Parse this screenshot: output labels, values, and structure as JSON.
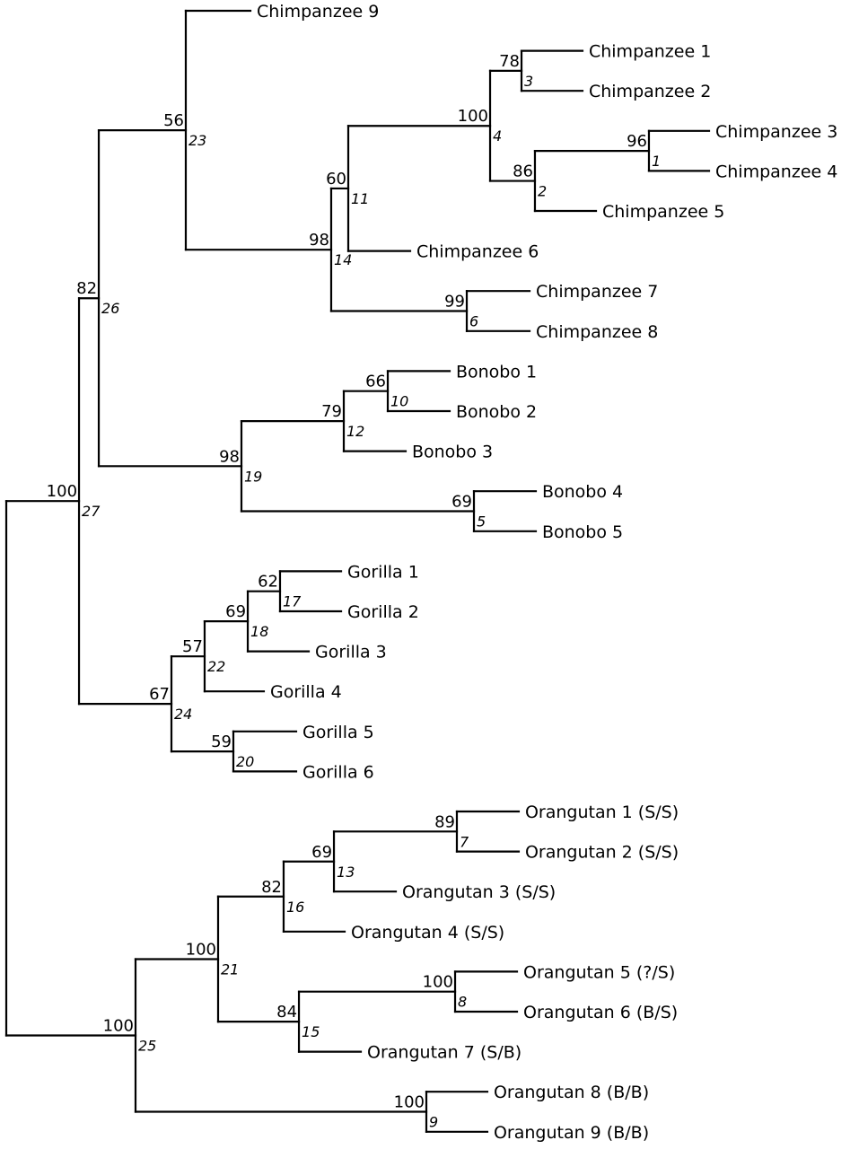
{
  "chart_data": {
    "type": "phylogenetic-tree",
    "title": "",
    "depth_unit": "fraction of maximum root-to-tip depth",
    "tree": {
      "id": "root",
      "depth": 0,
      "children": [
        {
          "id": "27",
          "support": "100",
          "depth": 0.1035,
          "children": [
            {
              "id": "26",
              "support": "82",
              "depth": 0.1316,
              "children": [
                {
                  "id": "23",
                  "support": "56",
                  "depth": 0.2554,
                  "children": [
                    {
                      "leaf": "Chimpanzee 9",
                      "depth": 0.3474
                    },
                    {
                      "id": "14",
                      "support": "98",
                      "depth": 0.4623,
                      "children": [
                        {
                          "id": "11",
                          "support": "60",
                          "depth": 0.4866,
                          "children": [
                            {
                              "id": "4",
                              "support": "100",
                              "depth": 0.6884,
                              "children": [
                                {
                                  "id": "3",
                                  "support": "78",
                                  "depth": 0.7331,
                                  "children": [
                                    {
                                      "leaf": "Chimpanzee 1",
                                      "depth": 0.8199
                                    },
                                    {
                                      "leaf": "Chimpanzee 2",
                                      "depth": 0.8199
                                    }
                                  ]
                                },
                                {
                                  "id": "2",
                                  "support": "86",
                                  "depth": 0.7522,
                                  "children": [
                                    {
                                      "id": "1",
                                      "support": "96",
                                      "depth": 0.9144,
                                      "children": [
                                        {
                                          "leaf": "Chimpanzee 3",
                                          "depth": 1.0
                                        },
                                        {
                                          "leaf": "Chimpanzee 4",
                                          "depth": 1.0
                                        }
                                      ]
                                    },
                                    {
                                      "leaf": "Chimpanzee 5",
                                      "depth": 0.8391
                                    }
                                  ]
                                }
                              ]
                            },
                            {
                              "leaf": "Chimpanzee 6",
                              "depth": 0.5747
                            }
                          ]
                        },
                        {
                          "id": "6",
                          "support": "99",
                          "depth": 0.6552,
                          "children": [
                            {
                              "leaf": "Chimpanzee 7",
                              "depth": 0.7446
                            },
                            {
                              "leaf": "Chimpanzee 8",
                              "depth": 0.7446
                            }
                          ]
                        }
                      ]
                    }
                  ]
                },
                {
                  "id": "19",
                  "support": "98",
                  "depth": 0.3346,
                  "children": [
                    {
                      "id": "12",
                      "support": "79",
                      "depth": 0.4802,
                      "children": [
                        {
                          "id": "10",
                          "support": "66",
                          "depth": 0.5428,
                          "children": [
                            {
                              "leaf": "Bonobo 1",
                              "depth": 0.6309
                            },
                            {
                              "leaf": "Bonobo 2",
                              "depth": 0.6309
                            }
                          ]
                        },
                        {
                          "leaf": "Bonobo 3",
                          "depth": 0.5683
                        }
                      ]
                    },
                    {
                      "id": "5",
                      "support": "69",
                      "depth": 0.6654,
                      "children": [
                        {
                          "leaf": "Bonobo 4",
                          "depth": 0.7535
                        },
                        {
                          "leaf": "Bonobo 5",
                          "depth": 0.7535
                        }
                      ]
                    }
                  ]
                }
              ]
            },
            {
              "id": "24",
              "support": "67",
              "depth": 0.235,
              "children": [
                {
                  "id": "22",
                  "support": "57",
                  "depth": 0.2822,
                  "children": [
                    {
                      "id": "18",
                      "support": "69",
                      "depth": 0.3436,
                      "children": [
                        {
                          "id": "17",
                          "support": "62",
                          "depth": 0.3895,
                          "children": [
                            {
                              "leaf": "Gorilla 1",
                              "depth": 0.4764
                            },
                            {
                              "leaf": "Gorilla 2",
                              "depth": 0.4764
                            }
                          ]
                        },
                        {
                          "leaf": "Gorilla 3",
                          "depth": 0.4304
                        }
                      ]
                    },
                    {
                      "leaf": "Gorilla 4",
                      "depth": 0.3665
                    }
                  ]
                },
                {
                  "id": "20",
                  "support": "59",
                  "depth": 0.3231,
                  "children": [
                    {
                      "leaf": "Gorilla 5",
                      "depth": 0.4125
                    },
                    {
                      "leaf": "Gorilla 6",
                      "depth": 0.4125
                    }
                  ]
                }
              ]
            }
          ]
        },
        {
          "id": "25",
          "support": "100",
          "depth": 0.1839,
          "children": [
            {
              "id": "21",
              "support": "100",
              "depth": 0.3014,
              "children": [
                {
                  "id": "16",
                  "support": "82",
                  "depth": 0.3946,
                  "children": [
                    {
                      "id": "13",
                      "support": "69",
                      "depth": 0.4662,
                      "children": [
                        {
                          "id": "7",
                          "support": "89",
                          "depth": 0.6411,
                          "children": [
                            {
                              "leaf": "Orangutan 1 (S/S)",
                              "depth": 0.7292
                            },
                            {
                              "leaf": "Orangutan 2 (S/S)",
                              "depth": 0.7292
                            }
                          ]
                        },
                        {
                          "leaf": "Orangutan 3 (S/S)",
                          "depth": 0.5543
                        }
                      ]
                    },
                    {
                      "leaf": "Orangutan 4 (S/S)",
                      "depth": 0.4815
                    }
                  ]
                },
                {
                  "id": "15",
                  "support": "84",
                  "depth": 0.4164,
                  "children": [
                    {
                      "id": "8",
                      "support": "100",
                      "depth": 0.6386,
                      "children": [
                        {
                          "leaf": "Orangutan 5 (?/S)",
                          "depth": 0.7267
                        },
                        {
                          "leaf": "Orangutan 6 (B/S)",
                          "depth": 0.7267
                        }
                      ]
                    },
                    {
                      "leaf": "Orangutan 7 (S/B)",
                      "depth": 0.5045
                    }
                  ]
                }
              ]
            },
            {
              "id": "9",
              "support": "100",
              "depth": 0.5977,
              "children": [
                {
                  "leaf": "Orangutan 8 (B/B)",
                  "depth": 0.6845
                },
                {
                  "leaf": "Orangutan 9 (B/B)",
                  "depth": 0.6845
                }
              ]
            }
          ]
        }
      ]
    }
  }
}
